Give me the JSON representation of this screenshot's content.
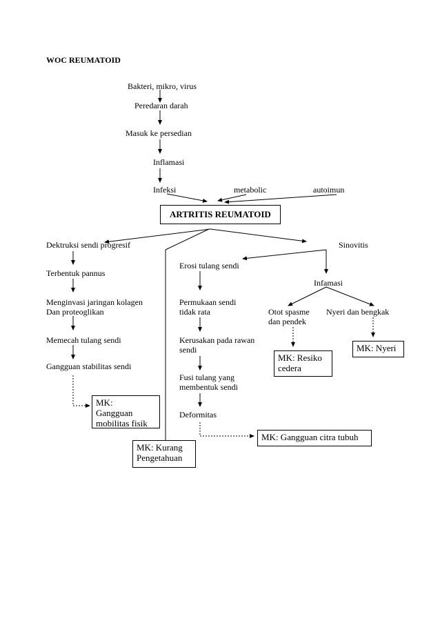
{
  "title": "WOC REUMATOID",
  "main_box": "ARTRITIS REUMATOID",
  "top_chain": [
    "Bakteri, mikro, virus",
    "Peredaran darah",
    "Masuk ke persedian",
    "Inflamasi"
  ],
  "causes": {
    "infeksi": "Infeksi",
    "metabolic": "metabolic",
    "autoimun": "autoimun"
  },
  "left_chain": [
    "Dektruksi sendi progresif",
    "Terbentuk pannus",
    "Menginvasi jaringan kolagen\nDan proteoglikan",
    "Memecah tulang sendi",
    "Gangguan stabilitas sendi"
  ],
  "middle_chain": [
    "Erosi tulang sendi",
    "Permukaan sendi\n        tidak rata",
    "Kerusakan pada rawan\nsendi",
    "Fusi tulang yang\nmembentuk sendi",
    "Deformitas"
  ],
  "right_chain": {
    "sinovitis": "Sinovitis",
    "infamasi": "Infamasi",
    "otot": "Otot spasme\n   dan pendek",
    "nyeri": "Nyeri dan bengkak"
  },
  "mk": {
    "mobilitas": "MK:\nGangguan\nmobilitas fisik",
    "pengetahuan": "MK: Kurang\nPengetahuan",
    "citra": "MK: Gangguan citra tubuh",
    "resiko": "MK: Resiko\ncedera",
    "nyeri": "MK: Nyeri"
  }
}
